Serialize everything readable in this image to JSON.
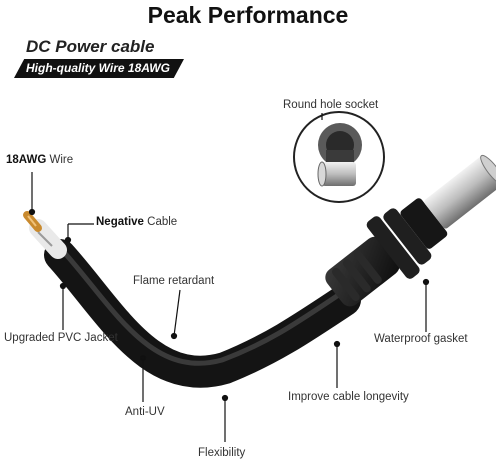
{
  "header": {
    "title": "Peak Performance",
    "subtitle": "DC Power cable",
    "badge": "High-quality Wire 18AWG"
  },
  "callouts": {
    "round_hole_socket": "Round hole socket",
    "wire_gauge_bold": "18AWG",
    "wire_gauge_rest": " Wire",
    "negative_bold": "Negative",
    "negative_rest": " Cable",
    "flame_retardant": "Flame retardant",
    "upgraded_pvc": "Upgraded PVC Jacket",
    "waterproof_gasket": "Waterproof gasket",
    "anti_uv": "Anti-UV",
    "improve_longevity": "Improve cable longevity",
    "flexibility": "Flexibility"
  },
  "colors": {
    "cable": "#1a1a1a",
    "accent_text": "#111111",
    "connector_metal": "#c8c8c8",
    "copper": "#c98a2e"
  },
  "icons": [
    "dc-barrel-connector",
    "copper-wire-tip",
    "socket-magnifier"
  ]
}
